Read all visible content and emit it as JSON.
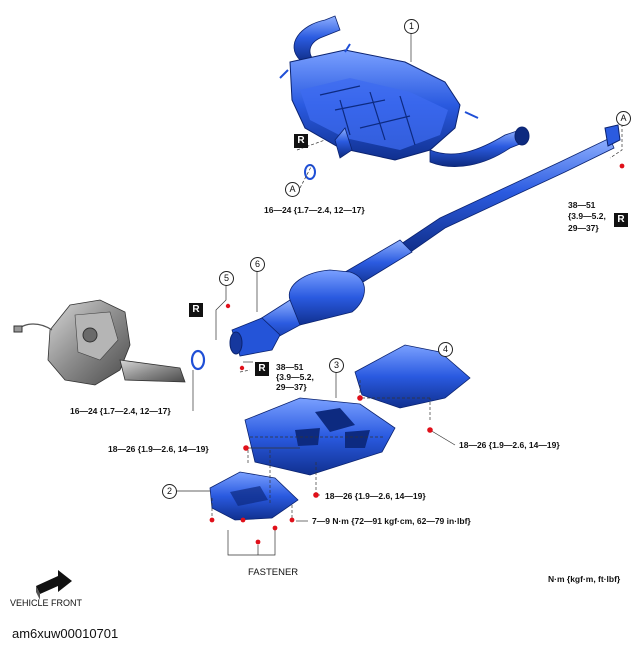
{
  "diagram": {
    "callouts": {
      "c1": "1",
      "c2": "2",
      "c3": "3",
      "c4": "4",
      "c5": "5",
      "c6": "6",
      "a_top": "A",
      "a_left": "A"
    },
    "replace_tag": "R",
    "torques": {
      "muffler_gasket": "16—24 {1.7—2.4, 12—17}",
      "manifold_gasket": "16—24 {1.7—2.4, 12—17}",
      "front_joint_line1": "38—51",
      "front_joint_line2": "{3.9—5.2,",
      "front_joint_line3": "29—37}",
      "rear_joint_line1": "38—51",
      "rear_joint_line2": "{3.9—5.2,",
      "rear_joint_line3": "29—37}",
      "cover3_left": "18—26 {1.9—2.6, 14—19}",
      "cover4_right": "18—26 {1.9—2.6, 14—19}",
      "cover3_bottom": "18—26 {1.9—2.6, 14—19}",
      "cover2_bolt": "7—9 N·m {72—91 kgf·cm, 62—79 in·lbf}"
    },
    "fastener_label": "FASTENER",
    "vehicle_front_label": "VEHICLE FRONT",
    "units_note": "N·m {kgf·m, ft·lbf}",
    "figure_code": "am6xuw00010701"
  },
  "colors": {
    "part_blue": "#1f4fd6",
    "part_blue_dark": "#0f2f8f",
    "part_blue_light": "#6d95ff",
    "engine_gray": "#8a8a8a",
    "fastener_red": "#e0101a"
  }
}
